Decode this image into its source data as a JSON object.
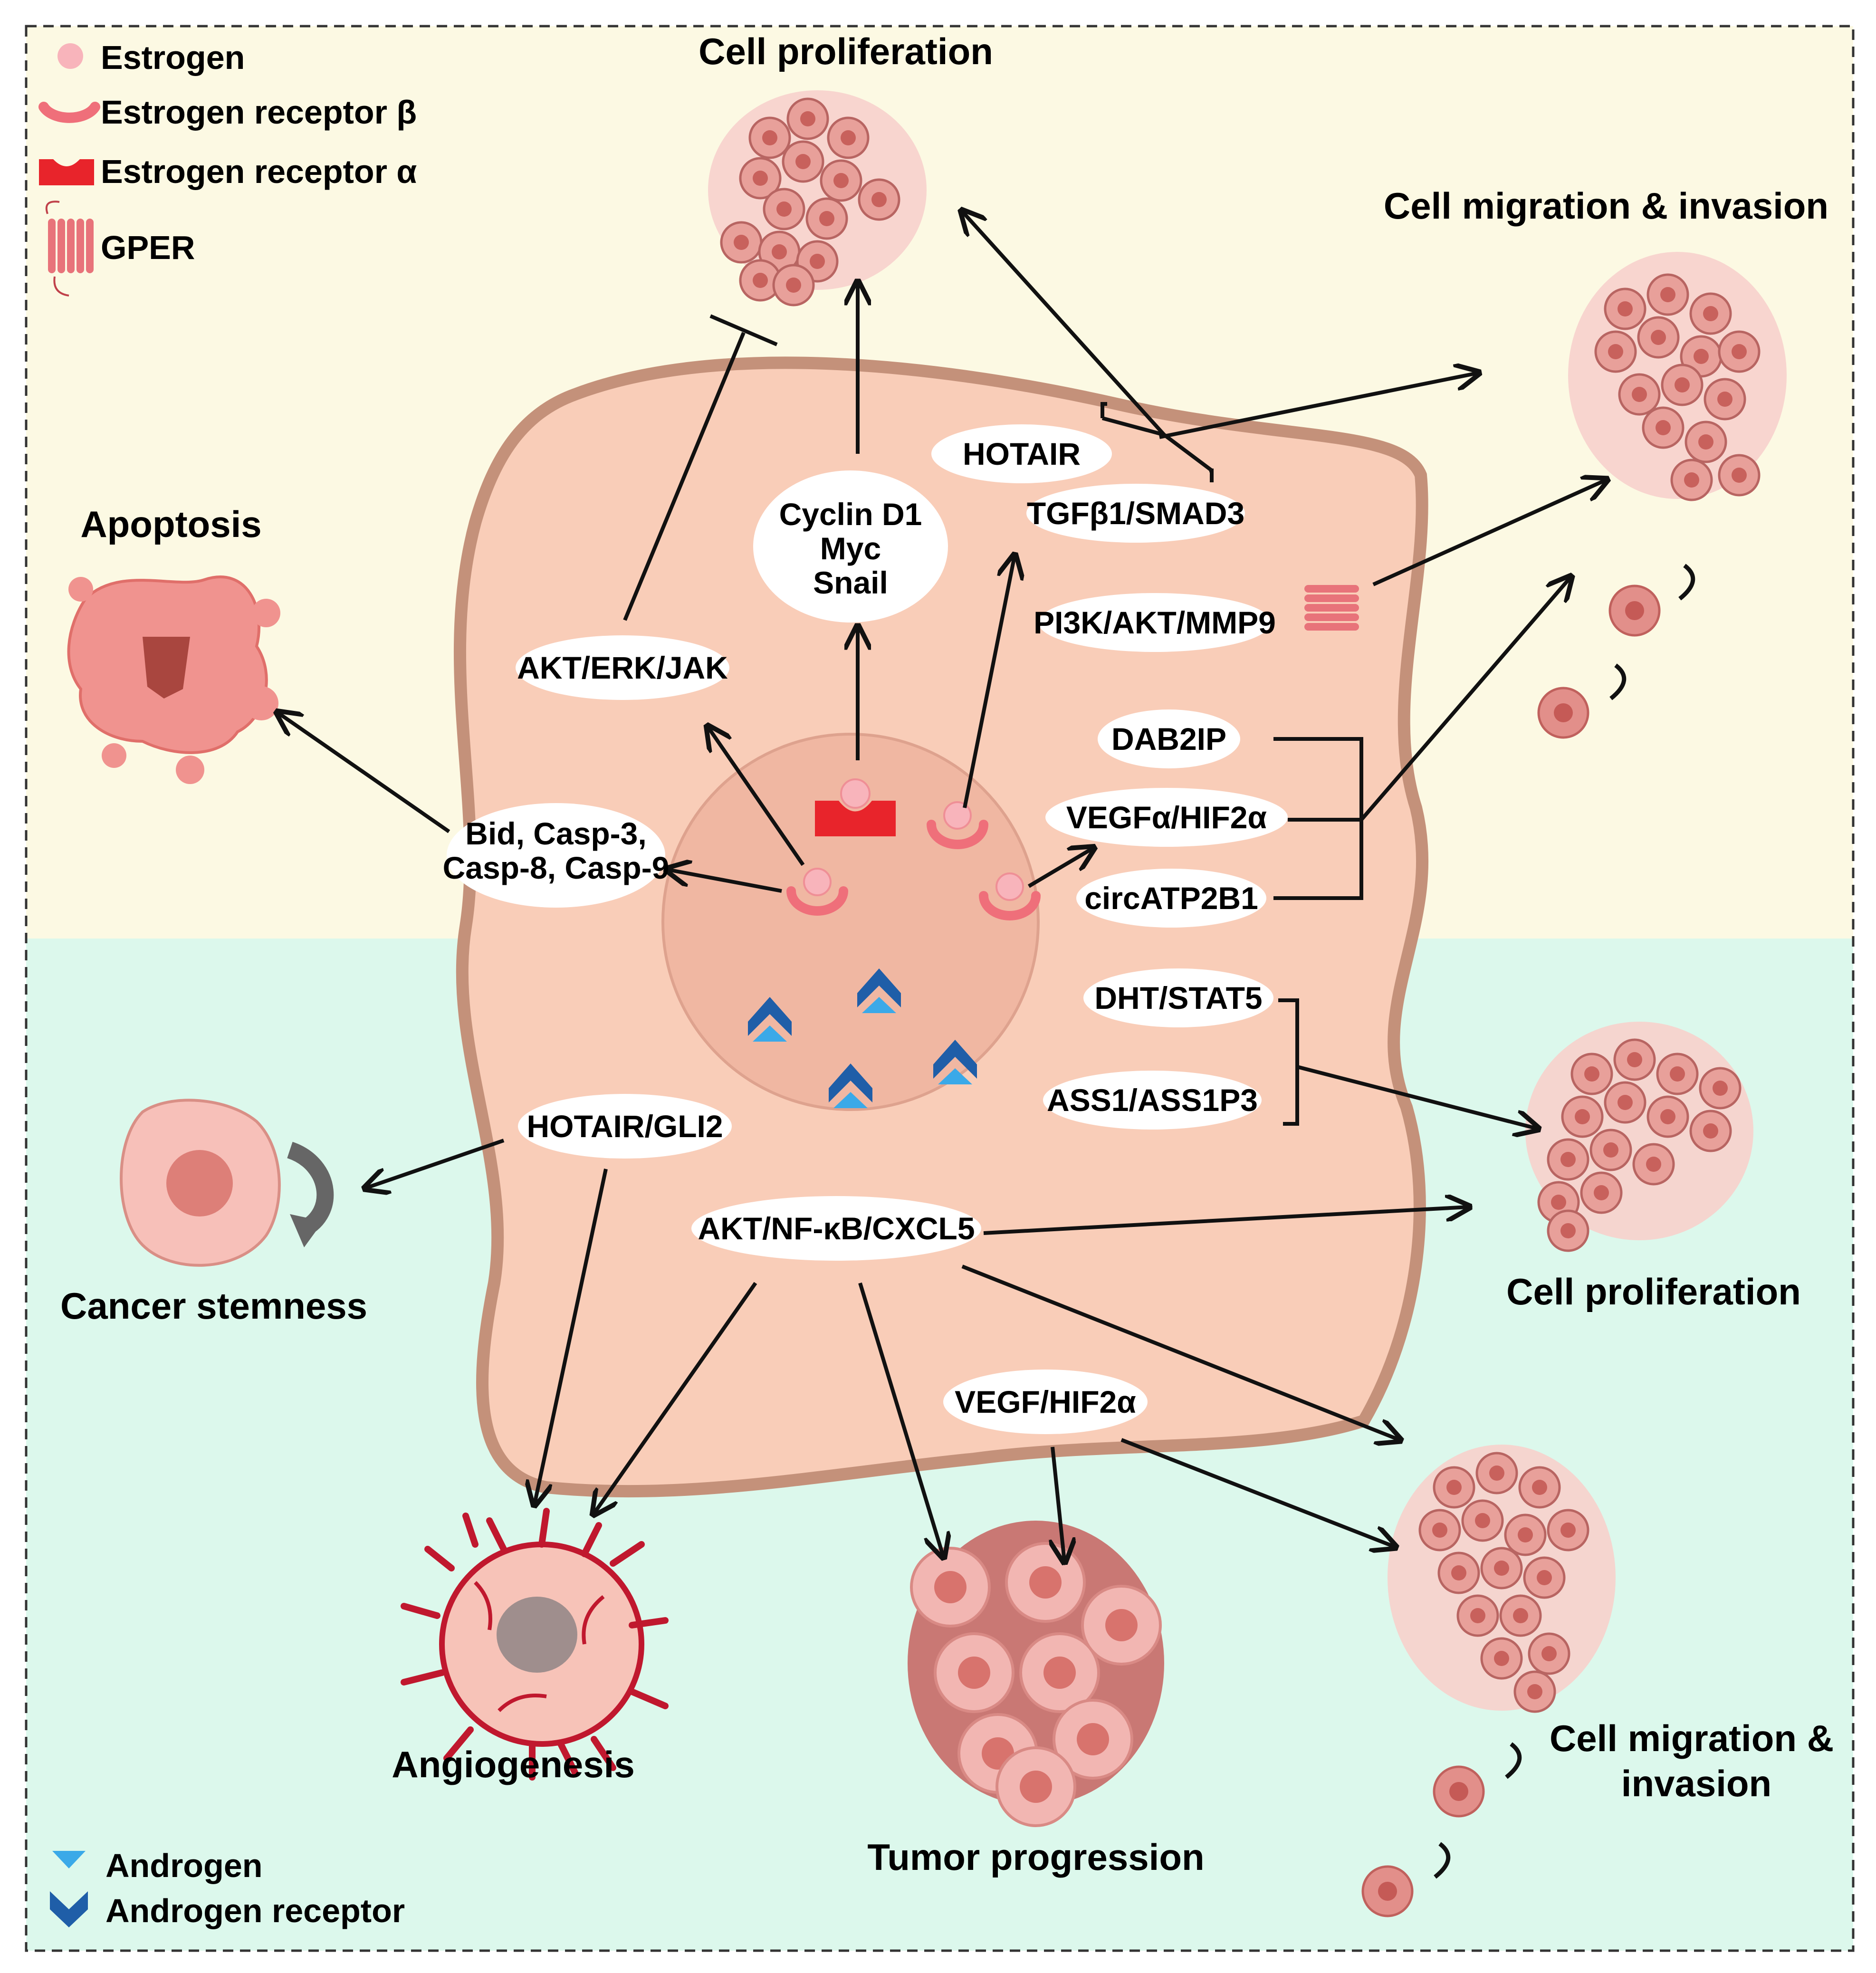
{
  "legend_top": {
    "estrogen": "Estrogen",
    "er_beta": "Estrogen receptor β",
    "er_alpha": "Estrogen receptor α",
    "gper": "GPER"
  },
  "legend_bottom": {
    "androgen": "Androgen",
    "androgen_receptor": "Androgen receptor"
  },
  "outcomes": {
    "cell_proliferation_top": "Cell proliferation",
    "cell_migration_top": "Cell migration & invasion",
    "apoptosis": "Apoptosis",
    "cancer_stemness": "Cancer stemness",
    "cell_proliferation_bottom": "Cell proliferation",
    "cell_migration_bottom_1": "Cell migration &",
    "cell_migration_bottom_2": "invasion",
    "angiogenesis": "Angiogenesis",
    "tumor_progression": "Tumor progression"
  },
  "pathways": {
    "hotair": "HOTAIR",
    "tgfb": "TGFβ1/SMAD3",
    "pi3k": "PI3K/AKT/MMP9",
    "cyclin_1": "Cyclin D1",
    "cyclin_2": "Myc",
    "cyclin_3": "Snail",
    "akt_erk": "AKT/ERK/JAK",
    "dab2ip": "DAB2IP",
    "vegfa": "VEGFα/HIF2α",
    "circatp": "circATP2B1",
    "bid_1": "Bid, Casp-3,",
    "bid_2": "Casp-8, Casp-9",
    "dht": "DHT/STAT5",
    "ass1": "ASS1/ASS1P3",
    "hotair_gli2": "HOTAIR/GLI2",
    "akt_nfkb": "AKT/NF-κB/CXCL5",
    "vegf_hif": "VEGF/HIF2α"
  },
  "colors": {
    "estrogen_panel_bg": "#fcf9e3",
    "androgen_panel_bg": "#dcf8ec",
    "cell_fill": "#f9cdb8",
    "cell_border": "#c4917a",
    "nucleus_fill": "#f0b7a2",
    "cancer_cell": "#d98079",
    "er_alpha": "#e8242b",
    "er_beta": "#ef6f7a",
    "estrogen": "#f8b4bb",
    "androgen_receptor": "#1f5ea8",
    "androgen": "#3ba9e8",
    "vessel": "#c0182e"
  }
}
